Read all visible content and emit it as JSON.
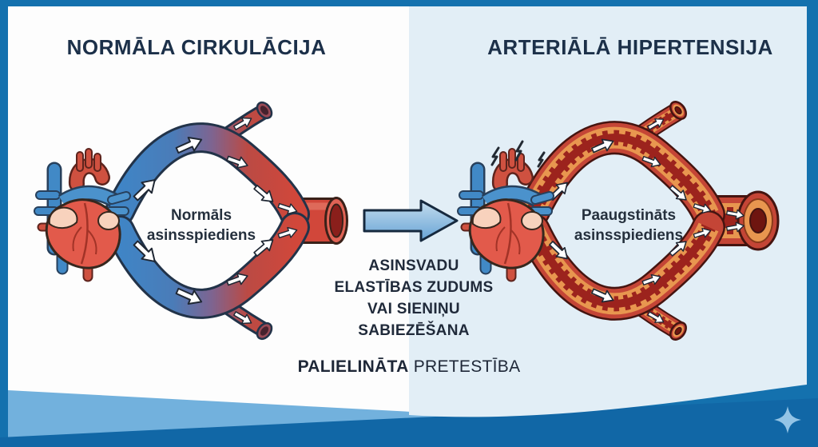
{
  "infographic": {
    "left_panel": {
      "title": "NORMĀLA CIRKULĀCIJA",
      "label_line1": "Normāls",
      "label_line2": "asinsspiediens"
    },
    "right_panel": {
      "title": "ARTERIĀLĀ HIPERTENSIJA",
      "label_line1": "Paaugstināts",
      "label_line2": "asinsspiediens"
    },
    "center": {
      "cause_line1": "ASINSVADU",
      "cause_line2": "ELASTĪBAS ZUDUMS",
      "cause_line3": "VAI SIENIŅU",
      "cause_line4": "SABIEZĒŠANA",
      "result_bold": "PALIELINĀTA",
      "result_regular": "PRETESTĪBA"
    },
    "icons": {
      "heart": "cartoon-heart",
      "flow_arrows": "white-flow-arrows",
      "stress": "lightning-bolts",
      "transition": "right-arrow",
      "decoration": "four-point-sparkle"
    },
    "colors": {
      "frame_blue": "#1471ae",
      "footer_light_band": "#72b1dd",
      "footer_dark_band": "#1167a6",
      "left_panel_bg": "#fdfdfd",
      "right_panel_bg": "#e2eef6",
      "vessel_blue": "#3f85c6",
      "vessel_red": "#d1473a",
      "thick_wall_orange": "#e8964f",
      "narrow_lumen_red": "#9c231d",
      "title_text": "#1c3049",
      "sparkle": "#93c4e6"
    }
  }
}
